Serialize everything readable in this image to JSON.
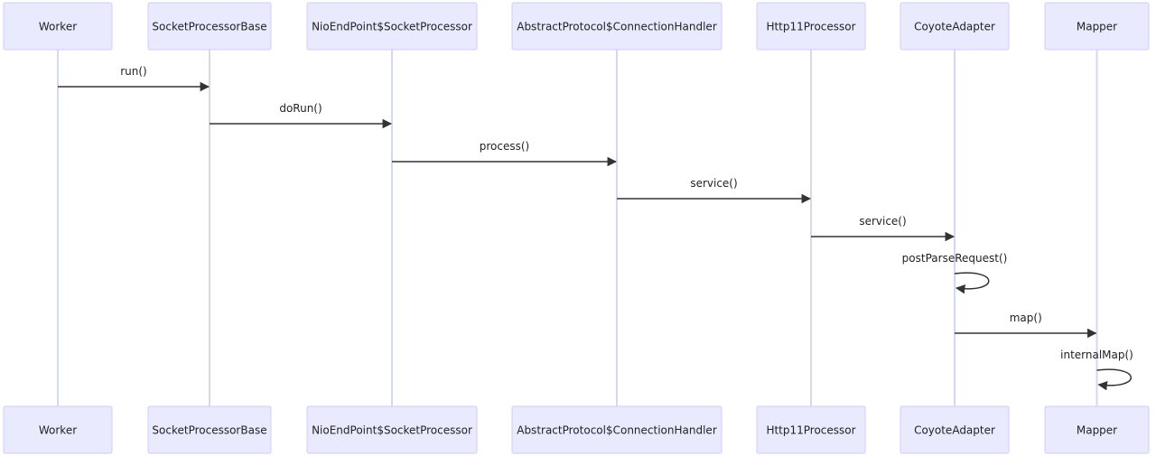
{
  "participants": [
    {
      "id": "worker",
      "label": "Worker"
    },
    {
      "id": "spb",
      "label": "SocketProcessorBase"
    },
    {
      "id": "nio",
      "label": "NioEndPoint$SocketProcessor"
    },
    {
      "id": "ap",
      "label": "AbstractProtocol$ConnectionHandler"
    },
    {
      "id": "http11",
      "label": "Http11Processor"
    },
    {
      "id": "coyote",
      "label": "CoyoteAdapter"
    },
    {
      "id": "mapper",
      "label": "Mapper"
    }
  ],
  "messages": [
    {
      "from": "worker",
      "to": "spb",
      "label": "run()"
    },
    {
      "from": "spb",
      "to": "nio",
      "label": "doRun()"
    },
    {
      "from": "nio",
      "to": "ap",
      "label": "process()"
    },
    {
      "from": "ap",
      "to": "http11",
      "label": "service()"
    },
    {
      "from": "http11",
      "to": "coyote",
      "label": "service()"
    },
    {
      "from": "coyote",
      "to": "coyote",
      "label": "postParseRequest()"
    },
    {
      "from": "coyote",
      "to": "mapper",
      "label": "map()"
    },
    {
      "from": "mapper",
      "to": "mapper",
      "label": "internalMap()"
    }
  ]
}
